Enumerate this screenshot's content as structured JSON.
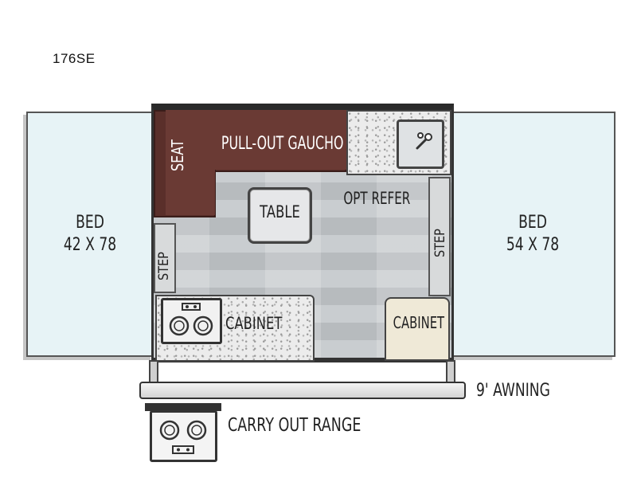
{
  "model": "176SE",
  "labels": {
    "bed_left_line1": "BED",
    "bed_left_line2": "42 X 78",
    "bed_right_line1": "BED",
    "bed_right_line2": "54 X 78",
    "gaucho": "PULL-OUT GAUCHO",
    "seat": "SEAT",
    "table": "TABLE",
    "refer": "OPT REFER",
    "step_left": "STEP",
    "step_right": "STEP",
    "cabinet_left": "CABINET",
    "cabinet_right": "CABINET",
    "awning": "9' AWNING",
    "range": "CARRY OUT RANGE"
  },
  "colors": {
    "bed_fill": "#e7f3f6",
    "upholstery": "#5a2f2a",
    "floor": "#c9cdd0",
    "cabinet_cream": "#efe9d7"
  },
  "icons": {
    "sink": "sink-icon",
    "stove": "stovetop-icon",
    "range": "cooktop-icon"
  }
}
